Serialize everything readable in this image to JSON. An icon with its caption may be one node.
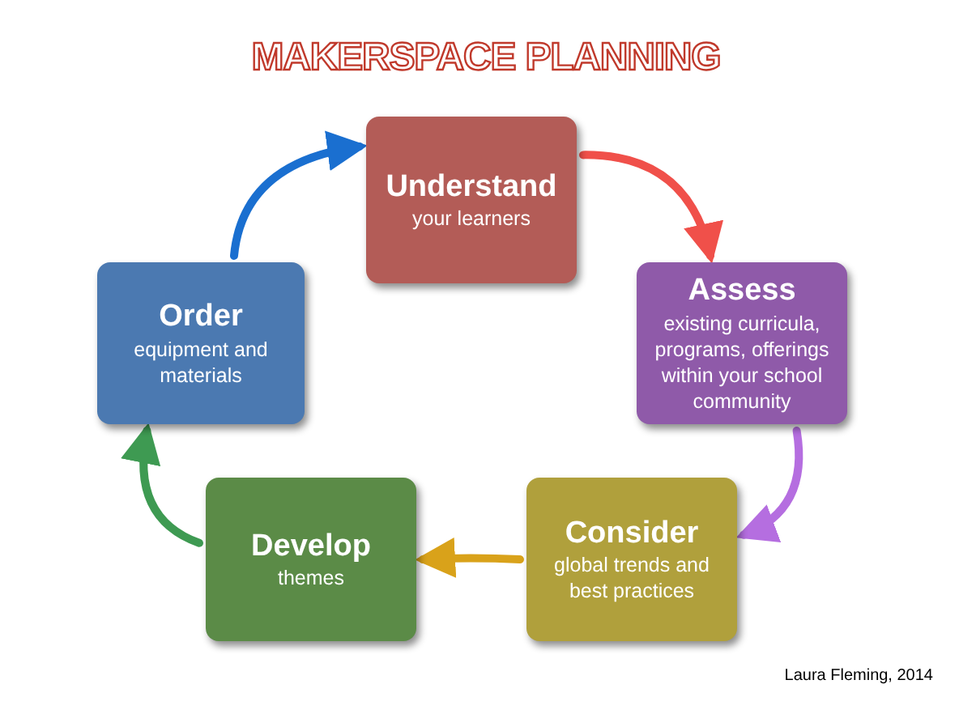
{
  "diagram": {
    "title": "MAKERSPACE PLANNING",
    "nodes": [
      {
        "text": [
          "Understand",
          "your learners"
        ]
      },
      {
        "text": [
          "Assess",
          "existing curricula, programs, offerings within your school community"
        ]
      },
      {
        "text": [
          "Consider",
          "global trends and best practices"
        ]
      },
      {
        "text": [
          "Develop",
          "themes"
        ]
      },
      {
        "text": [
          "Order",
          "equipment and materials"
        ]
      }
    ],
    "edges": [
      {
        "from": 0,
        "to": 1,
        "arrow": "to",
        "color": "#f0504a"
      },
      {
        "from": 1,
        "to": 2,
        "arrow": "to",
        "color": "#b56ee0"
      },
      {
        "from": 2,
        "to": 3,
        "arrow": "to",
        "color": "#d9a21a"
      },
      {
        "from": 3,
        "to": 4,
        "arrow": "to",
        "color": "#3e9a52"
      },
      {
        "from": 4,
        "to": 0,
        "arrow": "to",
        "color": "#1a6fd0"
      }
    ],
    "labels": [
      "Laura Fleming, 2014"
    ]
  }
}
